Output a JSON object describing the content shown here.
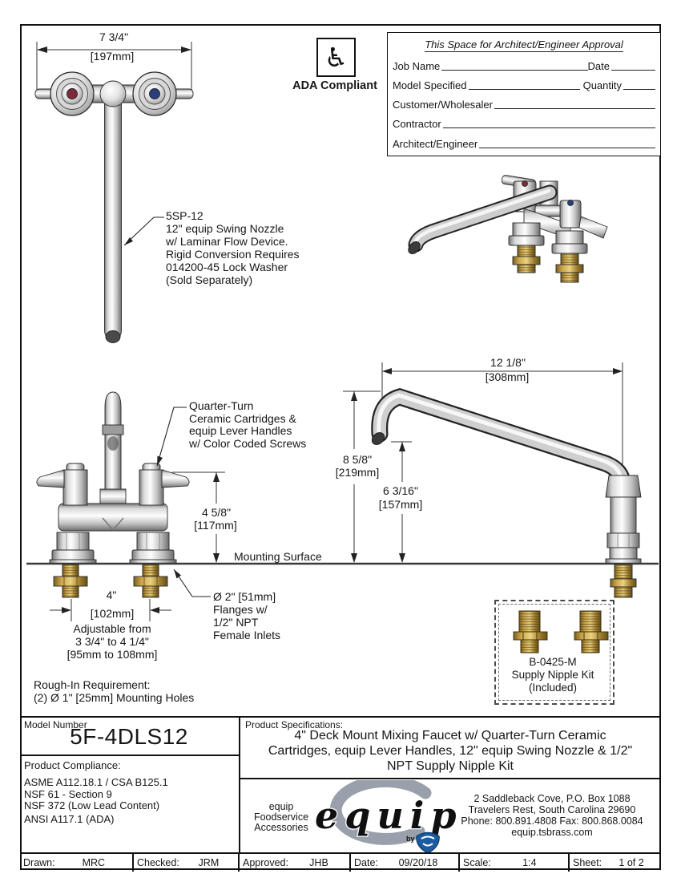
{
  "colors": {
    "line": "#1a1a1a",
    "metal_light": "#fdfdfd",
    "metal_dark": "#6d6d6d",
    "brass": "#caa44c",
    "red_screw": "#7d2b3a",
    "blue_screw": "#2b3d7d",
    "logo_gray": "#9aa0ab",
    "ts_blue": "#1b5ca0"
  },
  "ada": {
    "label": "ADA Compliant",
    "icon": "♿"
  },
  "approval": {
    "title": "This Space for Architect/Engineer Approval",
    "job_name": "Job Name",
    "date": "Date",
    "model_specified": "Model Specified",
    "quantity": "Quantity",
    "customer": "Customer/Wholesaler",
    "contractor": "Contractor",
    "architect": "Architect/Engineer"
  },
  "top_view": {
    "width_in": "7 3/4\"",
    "width_mm": "[197mm]"
  },
  "nozzle_callout": {
    "lines": [
      "5SP-12",
      "12\" equip Swing Nozzle",
      "w/ Laminar Flow Device.",
      "Rigid Conversion Requires",
      "014200-45 Lock Washer",
      "(Sold Separately)"
    ]
  },
  "cartridge_callout": {
    "lines": [
      "Quarter-Turn",
      "Ceramic Cartridges &",
      "equip Lever Handles",
      "w/ Color Coded Screws"
    ]
  },
  "flange_callout": {
    "lines": [
      "Ø 2\" [51mm]",
      "Flanges w/",
      "1/2\" NPT",
      "Female Inlets"
    ]
  },
  "side_view": {
    "reach_in": "12 1/8\"",
    "reach_mm": "[308mm]",
    "height_in": "8 5/8\"",
    "height_mm": "[219mm]",
    "outlet_in": "6 3/16\"",
    "outlet_mm": "[157mm]"
  },
  "front_view": {
    "deck_in": "4 5/8\"",
    "deck_mm": "[117mm]",
    "centers_in": "4\"",
    "centers_mm": "[102mm]",
    "adjustable": [
      "Adjustable from",
      "3 3/4\" to 4 1/4\"",
      "[95mm to 108mm]"
    ],
    "mounting_surface": "Mounting Surface"
  },
  "rough_in": {
    "lines": [
      "Rough-In Requirement:",
      "(2) Ø 1\" [25mm] Mounting Holes"
    ]
  },
  "nipple_kit": {
    "lines": [
      "B-0425-M",
      "Supply Nipple Kit",
      "(Included)"
    ]
  },
  "title_block": {
    "model_label": "Model Number",
    "model_number": "5F-4DLS12",
    "compliance_label": "Product Compliance:",
    "compliance_items": [
      "ASME A112.18.1 / CSA B125.1",
      "NSF 61 - Section 9",
      "NSF 372 (Low Lead Content)",
      "ANSI A117.1 (ADA)"
    ],
    "specs_label": "Product Specifications:",
    "specs_lines": [
      "4\" Deck Mount Mixing Faucet w/ Quarter-Turn Ceramic",
      "Cartridges, equip Lever Handles, 12\" equip Swing Nozzle & 1/2\"",
      "NPT Supply Nipple Kit"
    ],
    "brand_lines": [
      "equip",
      "Foodservice",
      "Accessories"
    ],
    "logo_text": "equip",
    "logo_by": "by",
    "address_lines": [
      "2 Saddleback Cove, P.O. Box 1088",
      "Travelers Rest, South Carolina 29690",
      "Phone: 800.891.4808  Fax: 800.868.0084",
      "equip.tsbrass.com"
    ]
  },
  "footer": {
    "cells": [
      {
        "label": "Drawn:",
        "value": "MRC"
      },
      {
        "label": "Checked:",
        "value": "JRM"
      },
      {
        "label": "Approved:",
        "value": "JHB"
      },
      {
        "label": "Date:",
        "value": "09/20/18"
      },
      {
        "label": "Scale:",
        "value": "1:4"
      },
      {
        "label": "Sheet:",
        "value": "1  of  2"
      }
    ]
  }
}
